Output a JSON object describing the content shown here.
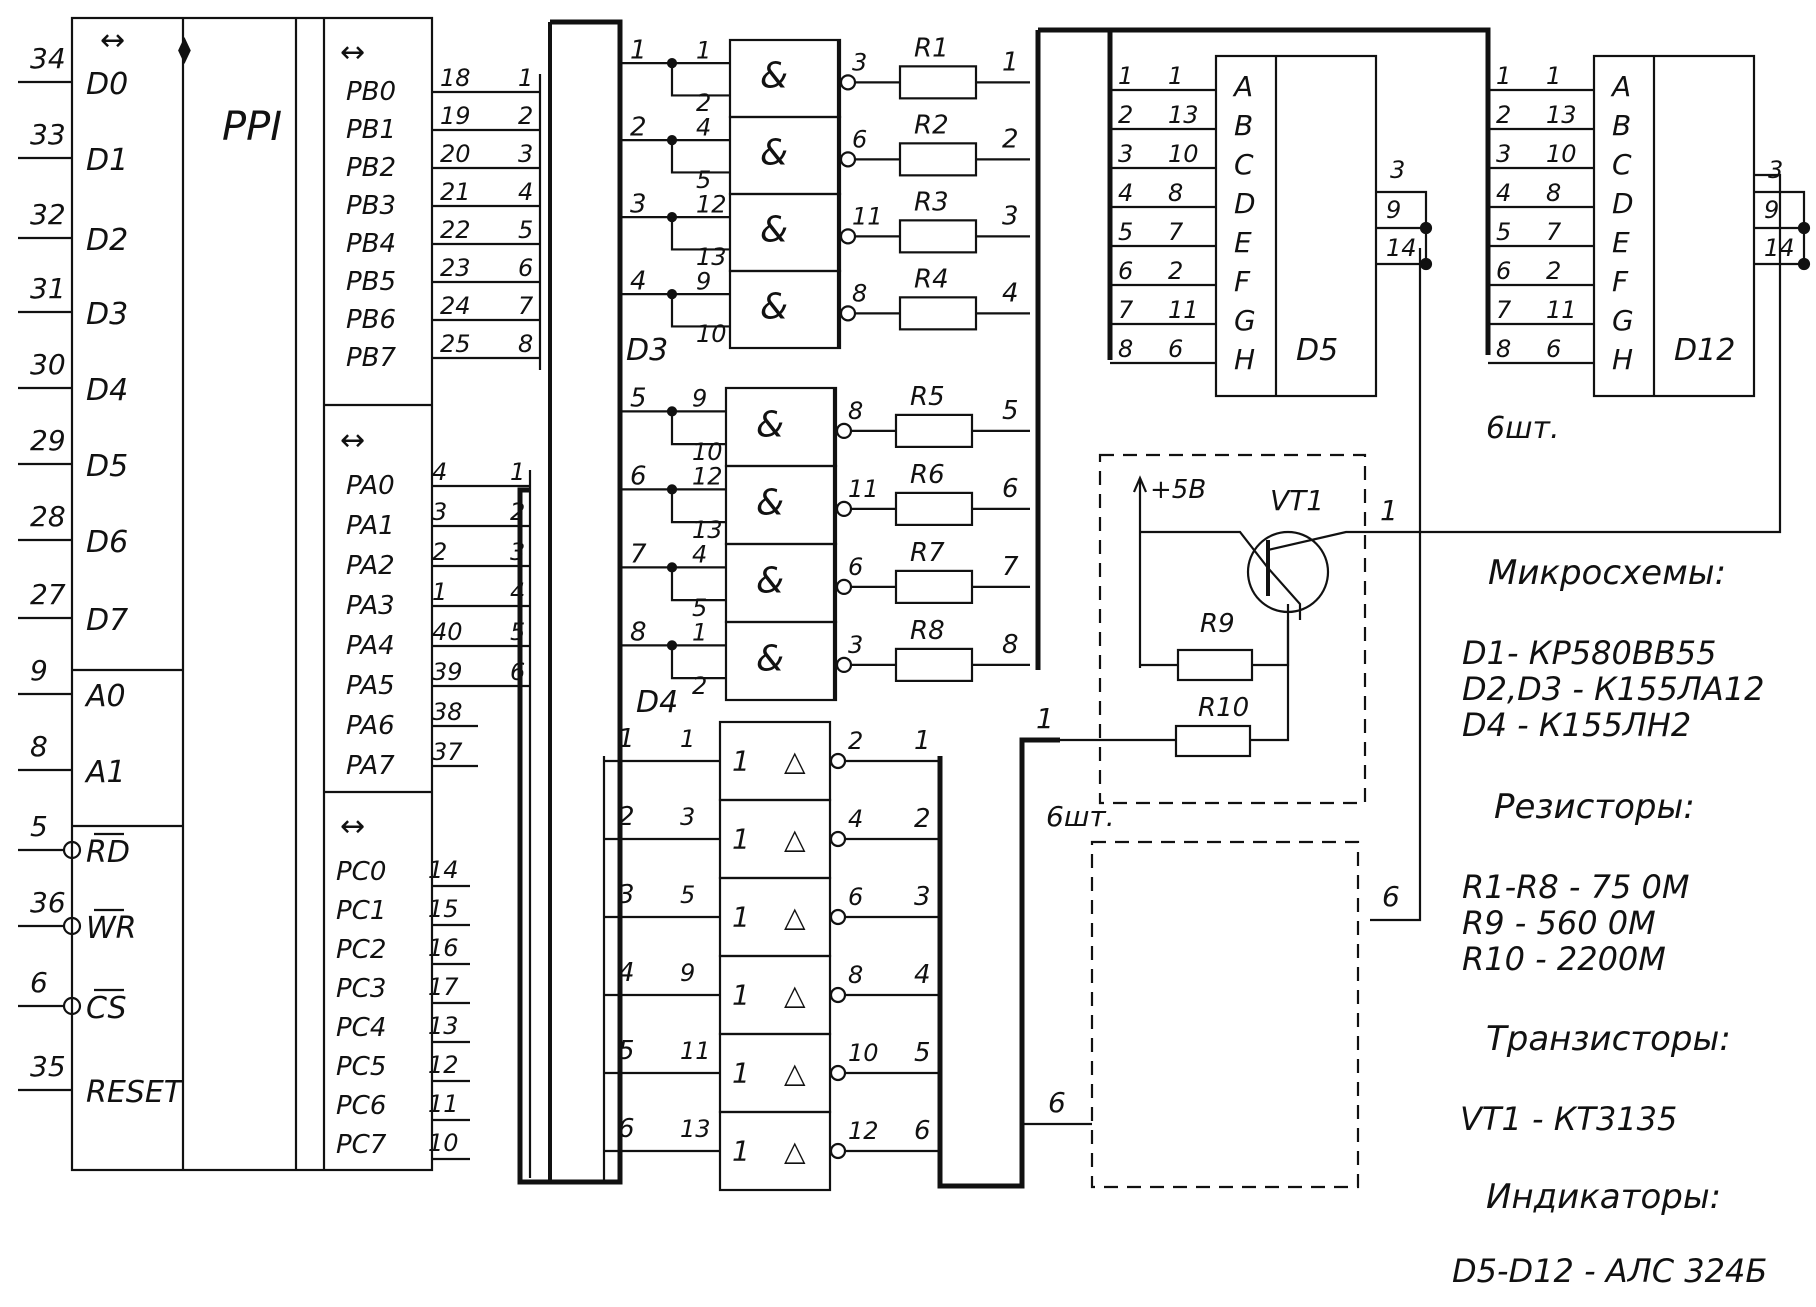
{
  "d1": {
    "title": "PPI",
    "left_pins": [
      {
        "num": "34",
        "name": "D0"
      },
      {
        "num": "33",
        "name": "D1"
      },
      {
        "num": "32",
        "name": "D2"
      },
      {
        "num": "31",
        "name": "D3"
      },
      {
        "num": "30",
        "name": "D4"
      },
      {
        "num": "29",
        "name": "D5"
      },
      {
        "num": "28",
        "name": "D6"
      },
      {
        "num": "27",
        "name": "D7"
      },
      {
        "num": "9",
        "name": "A0"
      },
      {
        "num": "8",
        "name": "A1"
      },
      {
        "num": "5",
        "name": "RD"
      },
      {
        "num": "36",
        "name": "WR"
      },
      {
        "num": "6",
        "name": "CS"
      },
      {
        "num": "35",
        "name": "RESET"
      }
    ],
    "port_b": [
      {
        "name": "PB0",
        "pin": "18",
        "wire": "1"
      },
      {
        "name": "PB1",
        "pin": "19",
        "wire": "2"
      },
      {
        "name": "PB2",
        "pin": "20",
        "wire": "3"
      },
      {
        "name": "PB3",
        "pin": "21",
        "wire": "4"
      },
      {
        "name": "PB4",
        "pin": "22",
        "wire": "5"
      },
      {
        "name": "PB5",
        "pin": "23",
        "wire": "6"
      },
      {
        "name": "PB6",
        "pin": "24",
        "wire": "7"
      },
      {
        "name": "PB7",
        "pin": "25",
        "wire": "8"
      }
    ],
    "port_a": [
      {
        "name": "PA0",
        "pin": "4",
        "wire": "1"
      },
      {
        "name": "PA1",
        "pin": "3",
        "wire": "2"
      },
      {
        "name": "PA2",
        "pin": "2",
        "wire": "3"
      },
      {
        "name": "PA3",
        "pin": "1",
        "wire": "4"
      },
      {
        "name": "PA4",
        "pin": "40",
        "wire": "5"
      },
      {
        "name": "PA5",
        "pin": "39",
        "wire": "6"
      },
      {
        "name": "PA6",
        "pin": "38",
        "wire": ""
      },
      {
        "name": "PA7",
        "pin": "37",
        "wire": ""
      }
    ],
    "port_c": [
      {
        "name": "PC0",
        "pin": "14"
      },
      {
        "name": "PC1",
        "pin": "15"
      },
      {
        "name": "PC2",
        "pin": "16"
      },
      {
        "name": "PC3",
        "pin": "17"
      },
      {
        "name": "PC4",
        "pin": "13"
      },
      {
        "name": "PC5",
        "pin": "12"
      },
      {
        "name": "PC6",
        "pin": "11"
      },
      {
        "name": "PC7",
        "pin": "10"
      }
    ],
    "dir_mark": "↔",
    "dir_mark2": "⧫"
  },
  "gates_top": {
    "title": "",
    "rows": [
      {
        "in": "1",
        "p1": "1",
        "p2": "2",
        "out": "3",
        "res": "R1",
        "wire": "1",
        "sym": "&"
      },
      {
        "in": "2",
        "p1": "4",
        "p2": "5",
        "out": "6",
        "res": "R2",
        "wire": "2",
        "sym": "&"
      },
      {
        "in": "3",
        "p1": "12",
        "p2": "13",
        "out": "11",
        "res": "R3",
        "wire": "3",
        "sym": "&"
      },
      {
        "in": "4",
        "p1": "9",
        "p2": "10",
        "out": "8",
        "res": "R4",
        "wire": "4",
        "sym": "&"
      }
    ]
  },
  "gates_d3": {
    "title": "D3",
    "rows": [
      {
        "in": "5",
        "p1": "9",
        "p2": "10",
        "out": "8",
        "res": "R5",
        "wire": "5",
        "sym": "&"
      },
      {
        "in": "6",
        "p1": "12",
        "p2": "13",
        "out": "11",
        "res": "R6",
        "wire": "6",
        "sym": "&"
      },
      {
        "in": "7",
        "p1": "4",
        "p2": "5",
        "out": "6",
        "res": "R7",
        "wire": "7",
        "sym": "&"
      },
      {
        "in": "8",
        "p1": "1",
        "p2": "2",
        "out": "3",
        "res": "R8",
        "wire": "8",
        "sym": "&"
      }
    ]
  },
  "gates_d4": {
    "title": "D4",
    "rows": [
      {
        "in": "1",
        "pin": "1",
        "out": "2",
        "wire": "1",
        "sym": "1"
      },
      {
        "in": "2",
        "pin": "3",
        "out": "4",
        "wire": "2",
        "sym": "1"
      },
      {
        "in": "3",
        "pin": "5",
        "out": "6",
        "wire": "3",
        "sym": "1"
      },
      {
        "in": "4",
        "pin": "9",
        "out": "8",
        "wire": "4",
        "sym": "1"
      },
      {
        "in": "5",
        "pin": "11",
        "out": "10",
        "wire": "5",
        "sym": "1"
      },
      {
        "in": "6",
        "pin": "13",
        "out": "12",
        "wire": "6",
        "sym": "1"
      }
    ]
  },
  "d5": {
    "title": "D5",
    "inputs": [
      {
        "wire": "1",
        "pin": "1",
        "seg": "A"
      },
      {
        "wire": "2",
        "pin": "13",
        "seg": "B"
      },
      {
        "wire": "3",
        "pin": "10",
        "seg": "C"
      },
      {
        "wire": "4",
        "pin": "8",
        "seg": "D"
      },
      {
        "wire": "5",
        "pin": "7",
        "seg": "E"
      },
      {
        "wire": "6",
        "pin": "2",
        "seg": "F"
      },
      {
        "wire": "7",
        "pin": "11",
        "seg": "G"
      },
      {
        "wire": "8",
        "pin": "6",
        "seg": "H"
      }
    ],
    "out_pins": [
      "3",
      "9",
      "14"
    ]
  },
  "d12": {
    "title": "D12",
    "inputs": [
      {
        "wire": "1",
        "pin": "1",
        "seg": "A"
      },
      {
        "wire": "2",
        "pin": "13",
        "seg": "B"
      },
      {
        "wire": "3",
        "pin": "10",
        "seg": "C"
      },
      {
        "wire": "4",
        "pin": "8",
        "seg": "D"
      },
      {
        "wire": "5",
        "pin": "7",
        "seg": "E"
      },
      {
        "wire": "6",
        "pin": "2",
        "seg": "F"
      },
      {
        "wire": "7",
        "pin": "11",
        "seg": "G"
      },
      {
        "wire": "8",
        "pin": "6",
        "seg": "H"
      }
    ],
    "out_pins": [
      "3",
      "9",
      "14"
    ],
    "count": "6шт."
  },
  "transistor": {
    "name": "VT1",
    "supply": "+5В",
    "r9": "R9",
    "r10": "R10",
    "in_wire": "1",
    "out_wire": "1",
    "count": "6шт.",
    "wire6_a": "6",
    "wire6_b": "6"
  },
  "legend": {
    "chips_title": "Микросхемы:",
    "chips": [
      "D1- КР580ВВ55",
      "D2,D3 - К155ЛА12",
      "D4 - К155ЛН2"
    ],
    "res_title": "Резисторы:",
    "res": [
      "R1-R8  - 75 0М",
      "R9  - 560 0М",
      "R10 - 2200М"
    ],
    "tr_title": "Транзисторы:",
    "tr": [
      "VT1 - КТ3135"
    ],
    "ind_title": "Индикаторы:",
    "ind": [
      "D5-D12  -  АЛС 324Б"
    ]
  }
}
